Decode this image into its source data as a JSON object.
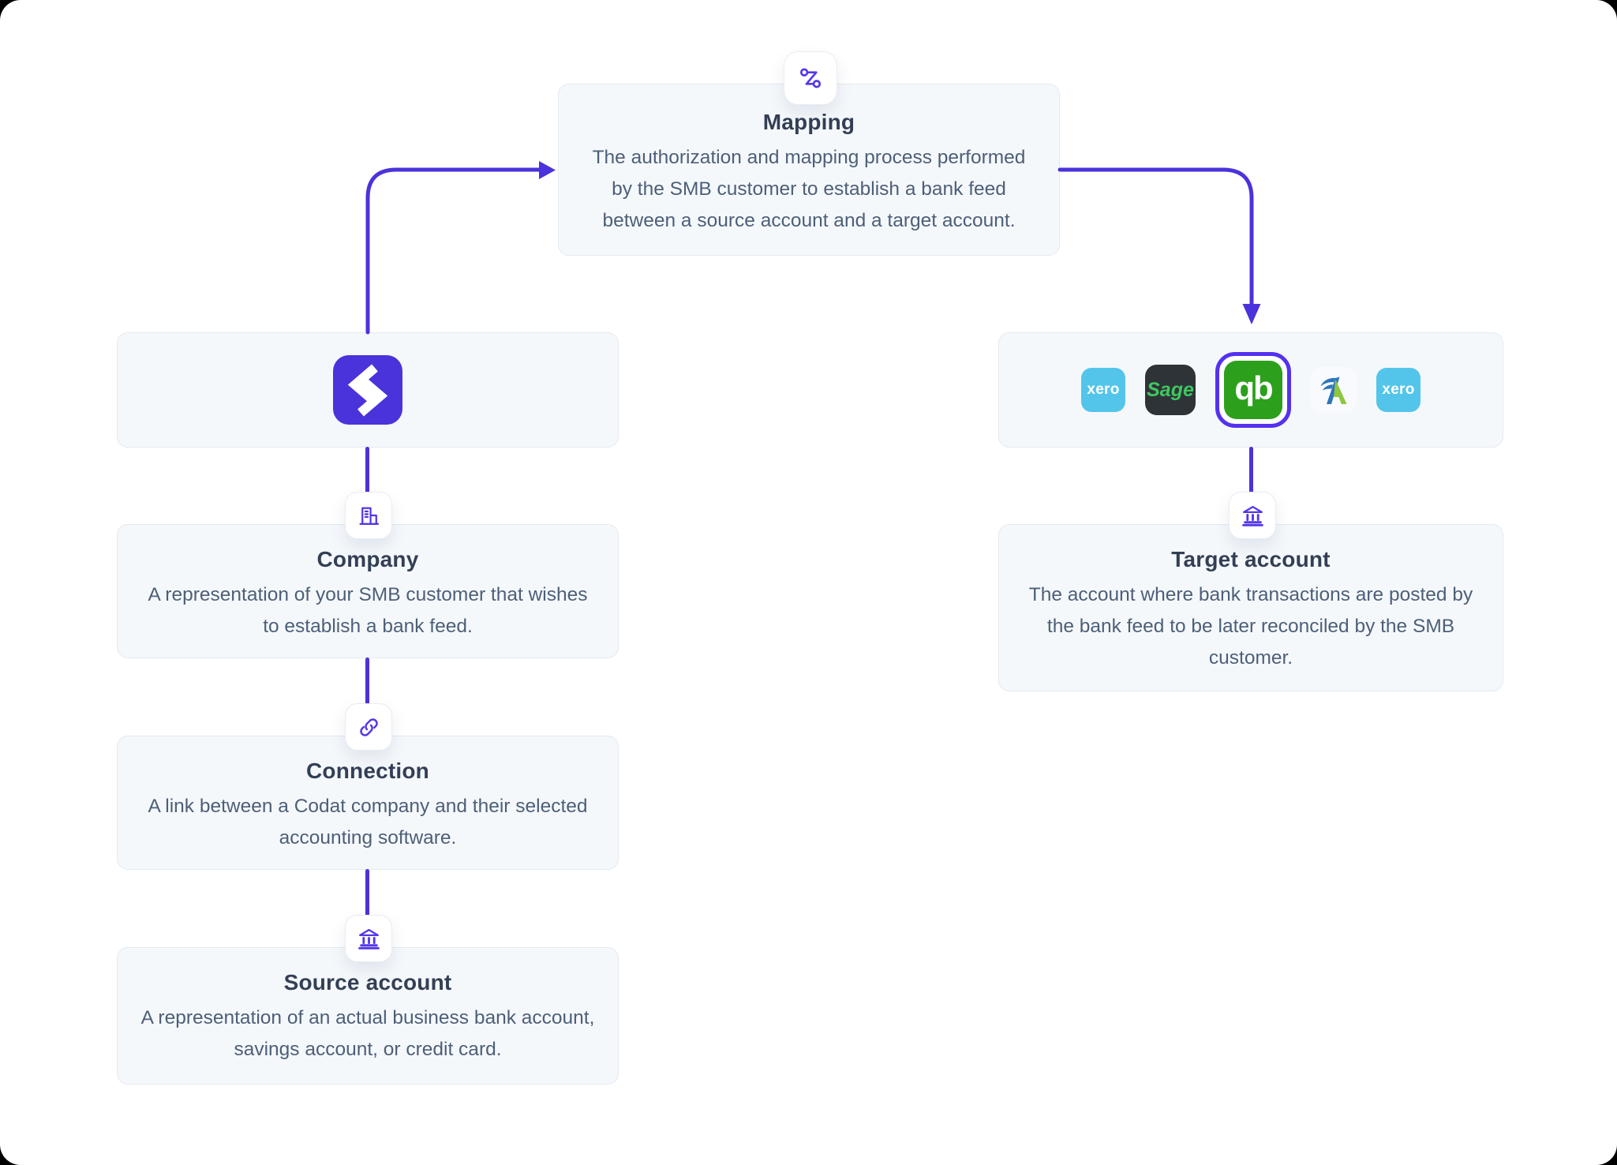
{
  "colors": {
    "accent": "#4A33DB",
    "icon_purple": "#5438E8",
    "ring": "#5432EE",
    "card_bg": "#F5F8FB",
    "card_border": "#E2EAF2",
    "title": "#333F55",
    "body": "#4D5F78",
    "qb_green": "#2CA01C",
    "xero_blue": "#54C5EA",
    "sage_bg": "#2E3338",
    "sage_green": "#3FC75F",
    "freeagent_blue": "#2E75BB",
    "freeagent_green": "#8DC63F"
  },
  "diagram": {
    "mapping": {
      "title": "Mapping",
      "description": "The authorization and mapping process performed by the SMB customer to establish a bank feed between a source account and a target account."
    },
    "company": {
      "title": "Company",
      "description": "A representation of your SMB customer that wishes to establish a bank feed."
    },
    "connection": {
      "title": "Connection",
      "description": "A link between a Codat company and their selected accounting software."
    },
    "source_account": {
      "title": "Source account",
      "description": "A representation of an actual business bank account, savings account, or credit card."
    },
    "target_account": {
      "title": "Target account",
      "description": "The account where bank transactions are posted by the bank feed to be later reconciled by the SMB customer."
    },
    "codat": {
      "name": "Codat"
    },
    "integrations": [
      {
        "name": "Xero",
        "label": "xero"
      },
      {
        "name": "Sage",
        "label": "Sage"
      },
      {
        "name": "QuickBooks",
        "label": "qb",
        "selected": true
      },
      {
        "name": "FreeAgent",
        "label": ""
      },
      {
        "name": "Xero",
        "label": "xero"
      }
    ]
  },
  "icons": {
    "mapping": "route-icon",
    "company": "building-icon",
    "connection": "link-icon",
    "source_account": "bank-icon",
    "target_account": "bank-icon",
    "codat": "codat-chevrons-logo"
  }
}
